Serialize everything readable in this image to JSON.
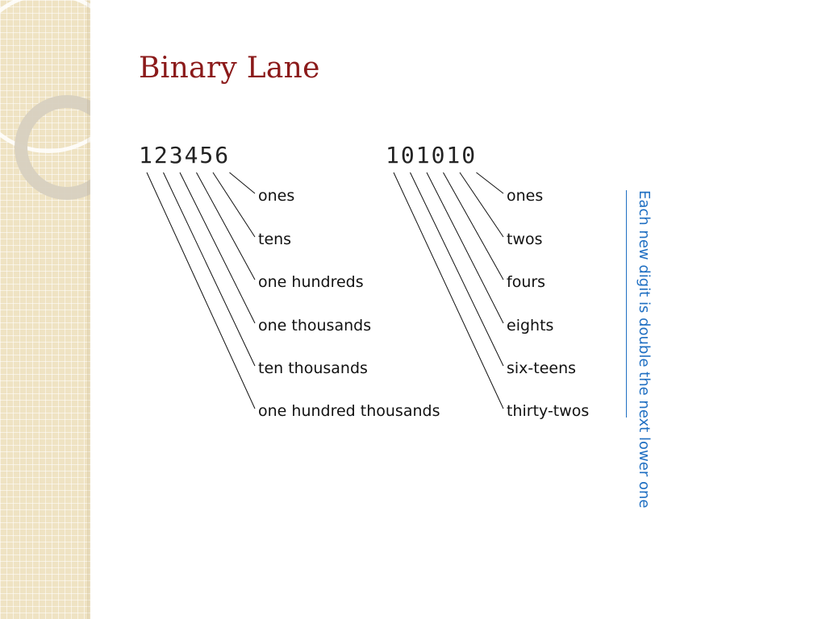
{
  "title": "Binary Lane",
  "decimal_number": "123456",
  "binary_number": "101010",
  "decimal_places": [
    "ones",
    "tens",
    "one hundreds",
    "one thousands",
    "ten thousands",
    "one hundred thousands"
  ],
  "binary_places": [
    "ones",
    "twos",
    "fours",
    "eights",
    "six-teens",
    "thirty-twos"
  ],
  "note": "Each new digit is double the next lower one",
  "colors": {
    "title": "#8b1a1a",
    "note": "#1f6fc2",
    "text": "#111111",
    "strip": "#efe3c3"
  }
}
